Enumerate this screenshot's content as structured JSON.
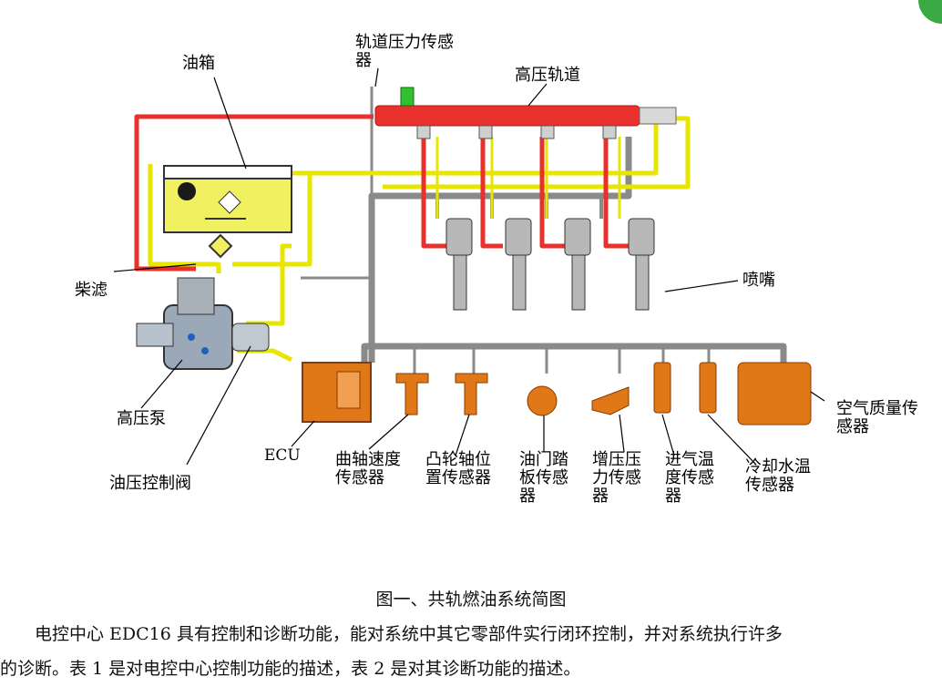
{
  "diagram": {
    "labels": {
      "fuel_tank": "油箱",
      "rail_pressure_sensor_line1": "轨道压力传感",
      "rail_pressure_sensor_line2": "器",
      "high_pressure_rail": "高压轨道",
      "diesel_filter": "柴滤",
      "injector": "喷嘴",
      "high_pressure_pump": "高压泵",
      "ecu": "ECU",
      "oil_pressure_control_valve": "油压控制阀",
      "crank_speed_sensor_line1": "曲轴速度",
      "crank_speed_sensor_line2": "传感器",
      "cam_position_sensor_line1": "凸轮轴位",
      "cam_position_sensor_line2": "置传感器",
      "throttle_sensor_line1": "油门踏",
      "throttle_sensor_line2": "板传感",
      "throttle_sensor_line3": "器",
      "boost_pressure_sensor_line1": "增压压",
      "boost_pressure_sensor_line2": "力传感",
      "boost_pressure_sensor_line3": "器",
      "intake_temp_sensor_line1": "进气温",
      "intake_temp_sensor_line2": "度传感",
      "intake_temp_sensor_line3": "器",
      "coolant_temp_sensor_line1": "冷却水温",
      "coolant_temp_sensor_line2": "传感器",
      "air_mass_sensor_line1": "空气质量传",
      "air_mass_sensor_line2": "感器"
    },
    "colors": {
      "high_pressure_line": "#e8302c",
      "low_pressure_line": "#e6e600",
      "signal_wire": "#8a8a8a",
      "component_orange": "#e07818",
      "tank_fill": "#f0f060"
    }
  },
  "caption": "图一、共轨燃油系统简图",
  "paragraph": {
    "line1": "电控中心 EDC16 具有控制和诊断功能，能对系统中其它零部件实行闭环控制，并对系统执行许多",
    "line2": "的诊断。表 1 是对电控中心控制功能的描述，表 2 是对其诊断功能的描述。"
  }
}
